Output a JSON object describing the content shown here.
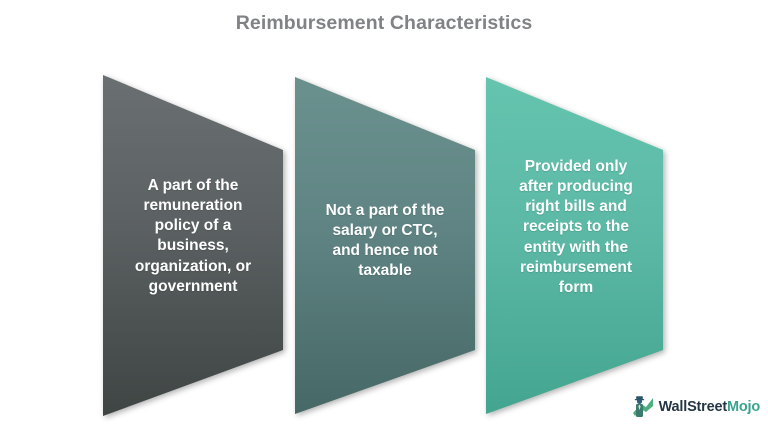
{
  "slide": {
    "title": "Reimbursement Characteristics",
    "background_color": "#ffffff",
    "title_color": "#808285"
  },
  "panels": [
    {
      "id": "panel-1",
      "index": 1,
      "text": "A part of the\nremuneration\npolicy of a\nbusiness,\norganization, or\ngovernment",
      "fill_top": "#646a6c",
      "fill_bottom": "#3f4644",
      "text_color": "#ffffff"
    },
    {
      "id": "panel-2",
      "index": 2,
      "text": "Not a part of the\nsalary or CTC,\nand hence not\ntaxable",
      "fill_top": "#648a88",
      "fill_bottom": "#4a6c6a",
      "text_color": "#ffffff"
    },
    {
      "id": "panel-3",
      "index": 3,
      "text": "Provided only\nafter producing\nright bills and\nreceipts to the\nentity with the\nreimbursement\nform",
      "fill_top": "#5ec0ab",
      "fill_bottom": "#46a893",
      "text_color": "#ffffff"
    }
  ],
  "logo": {
    "icon_name": "wallstreetmojo-figure-icon",
    "word_primary": "WallStreet",
    "word_accent": "Mojo",
    "primary_color": "#253746",
    "accent_color": "#3aa38f"
  }
}
